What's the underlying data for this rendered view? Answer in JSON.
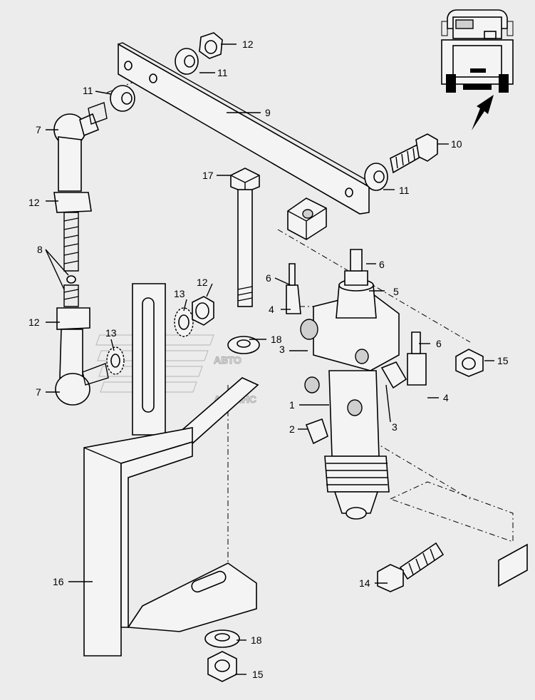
{
  "diagram": {
    "background": "#ececec",
    "watermark": {
      "line1": "АВТО",
      "line2": "АЛЬЯНС"
    },
    "callouts": {
      "c1": "1",
      "c2": "2",
      "c3a": "3",
      "c3b": "3",
      "c4a": "4",
      "c4b": "4",
      "c5": "5",
      "c6a": "6",
      "c6b": "6",
      "c6c": "6",
      "c7a": "7",
      "c7b": "7",
      "c8": "8",
      "c9": "9",
      "c10": "10",
      "c11a": "11",
      "c11b": "11",
      "c11c": "11",
      "c12a": "12",
      "c12b": "12",
      "c12c": "12",
      "c12d": "12",
      "c13a": "13",
      "c13b": "13",
      "c14": "14",
      "c15a": "15",
      "c15b": "15",
      "c16": "16",
      "c17": "17",
      "c18a": "18",
      "c18b": "18"
    }
  }
}
